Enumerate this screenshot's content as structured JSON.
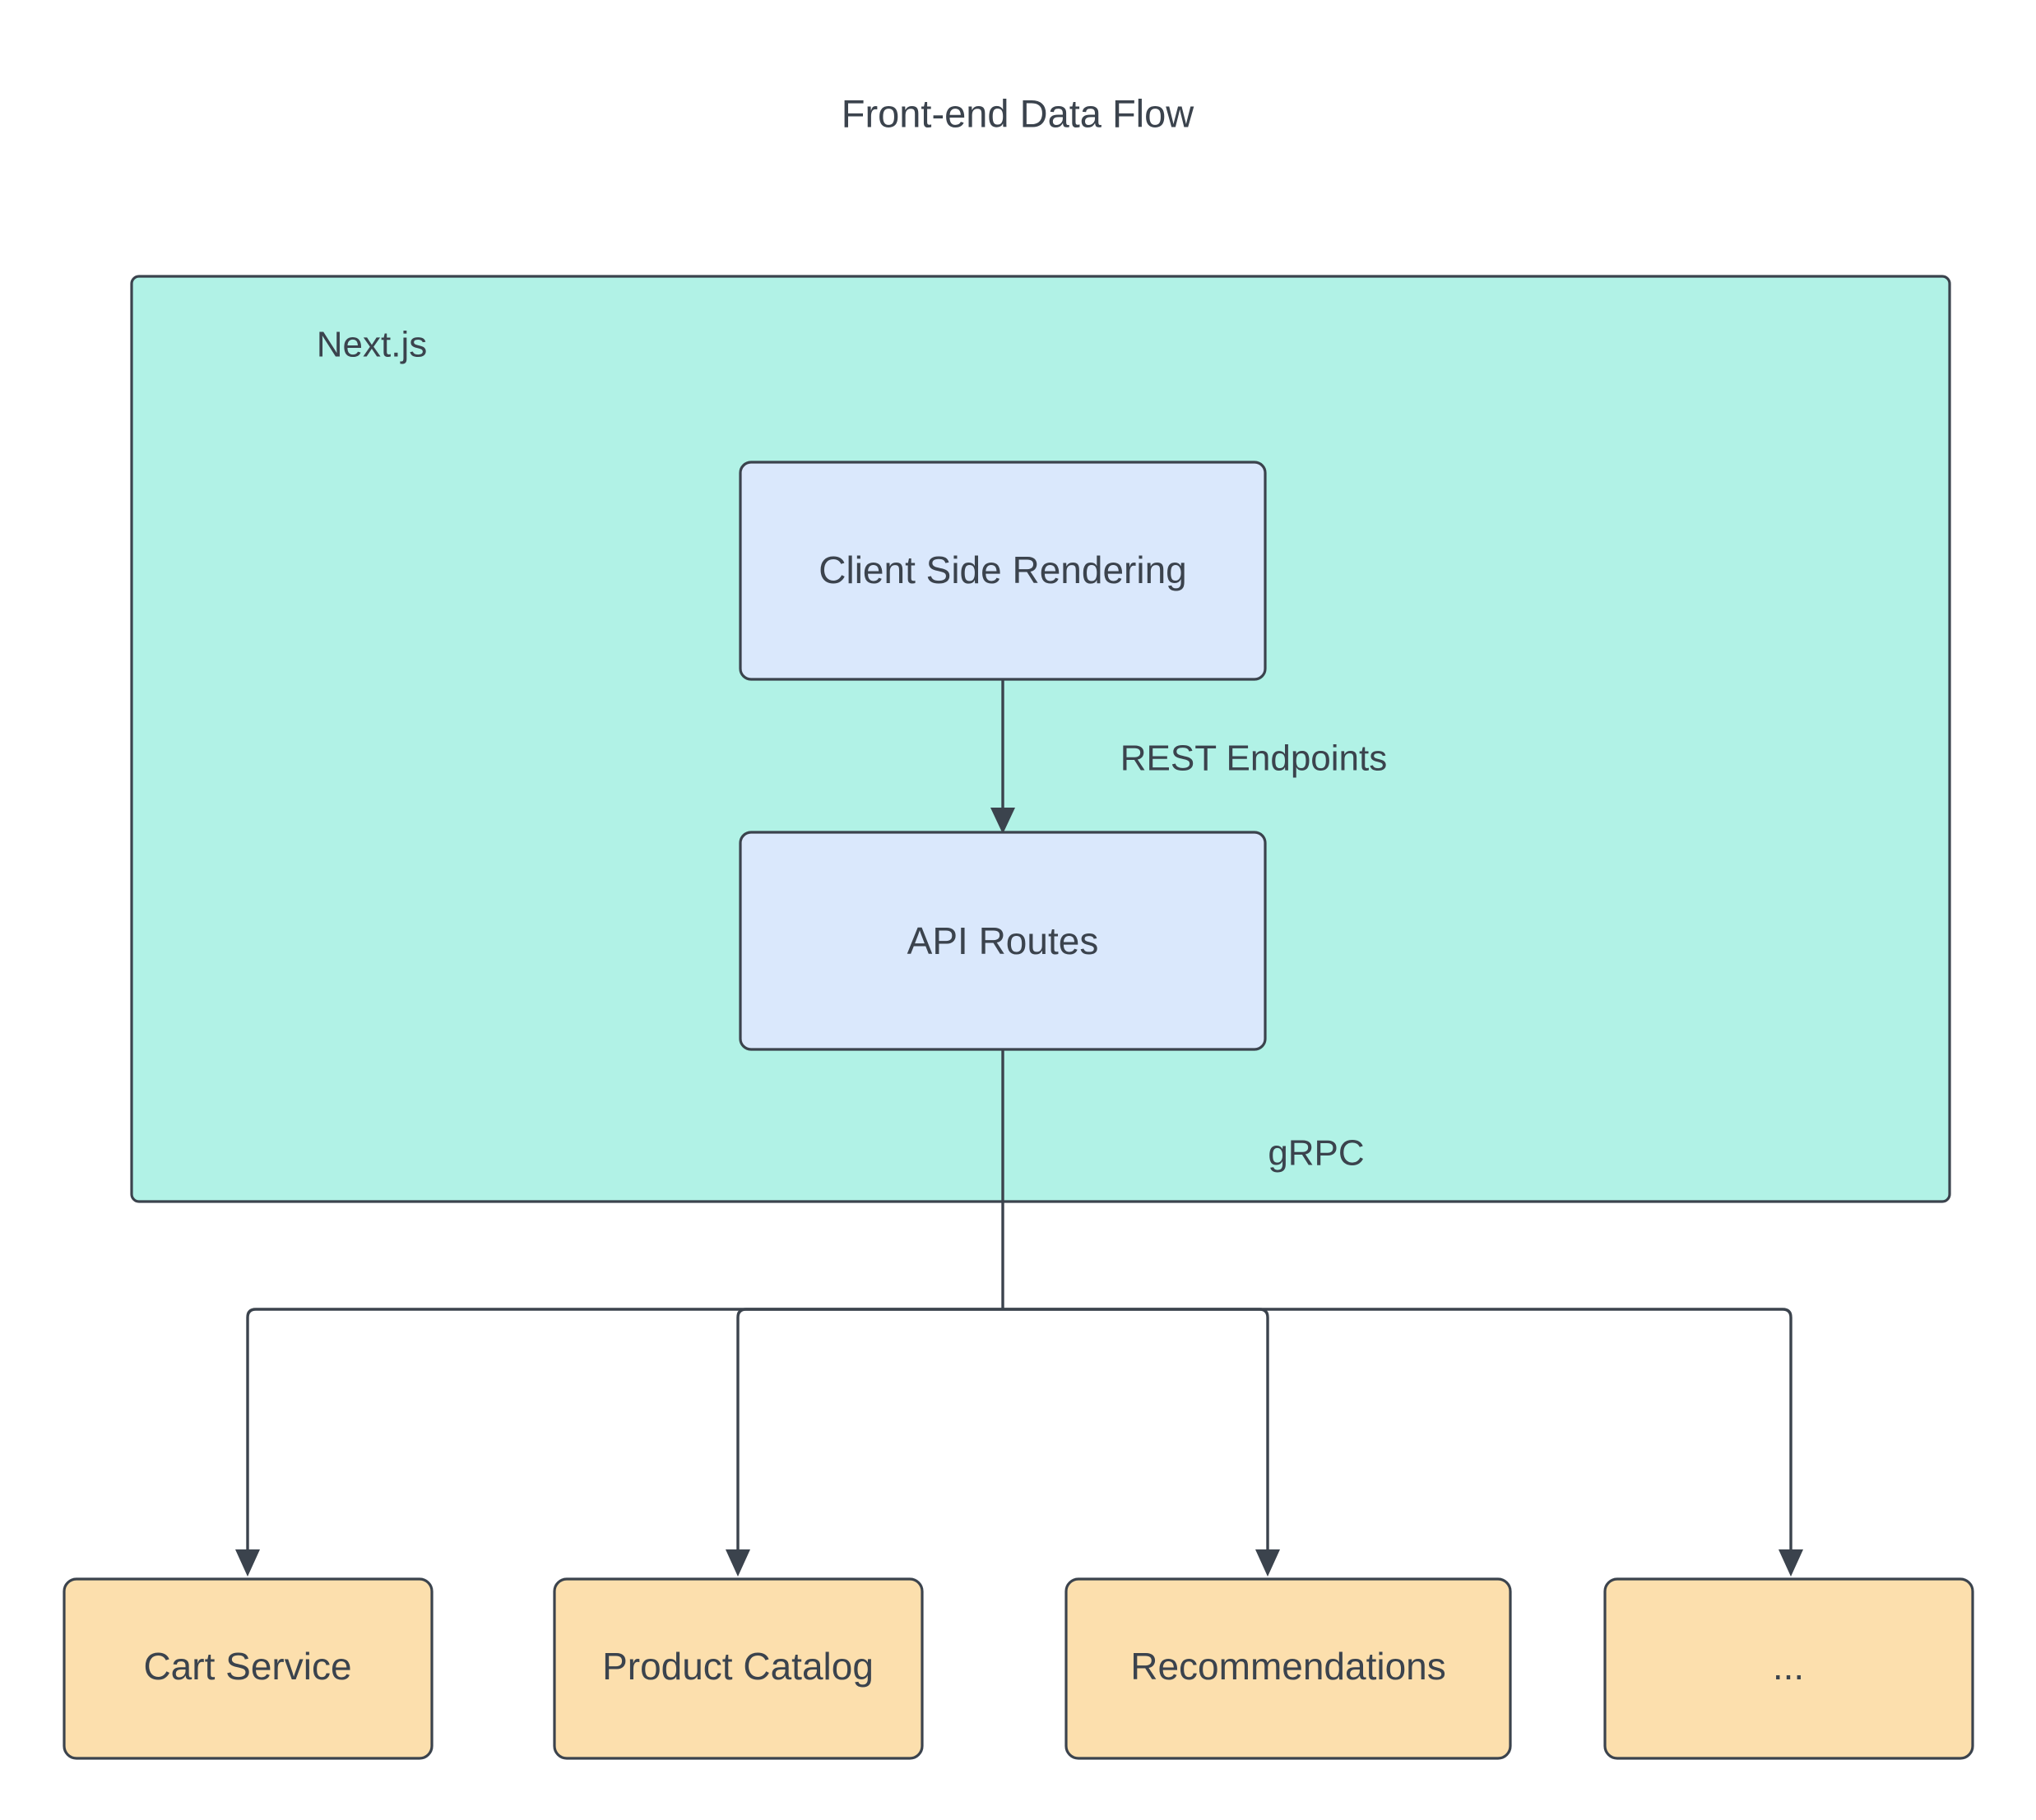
{
  "diagram": {
    "title": "Front-end Data Flow",
    "type": "flowchart",
    "background_color": "#ffffff",
    "text_color": "#3b434d",
    "stroke_color": "#3b434d",
    "container": {
      "label": "Next.js",
      "fill_color": "#b1f2e6",
      "border_color": "#3b434d"
    },
    "nodes": [
      {
        "id": "client-side-rendering",
        "label": "Client Side Rendering",
        "fill_color": "#dae8fc",
        "border_color": "#3b434d",
        "group": "Next.js"
      },
      {
        "id": "api-routes",
        "label": "API Routes",
        "fill_color": "#dae8fc",
        "border_color": "#3b434d",
        "group": "Next.js"
      },
      {
        "id": "cart-service",
        "label": "Cart Service",
        "fill_color": "#fcdfad",
        "border_color": "#3b434d",
        "group": "services"
      },
      {
        "id": "product-catalog",
        "label": "Product Catalog",
        "fill_color": "#fcdfad",
        "border_color": "#3b434d",
        "group": "services"
      },
      {
        "id": "recommendations",
        "label": "Recommendations",
        "fill_color": "#fcdfad",
        "border_color": "#3b434d",
        "group": "services"
      },
      {
        "id": "ellipsis-service",
        "label": "...",
        "fill_color": "#fcdfad",
        "border_color": "#3b434d",
        "group": "services"
      }
    ],
    "edges": [
      {
        "from": "client-side-rendering",
        "to": "api-routes",
        "label": "REST Endpoints",
        "arrow": "down"
      },
      {
        "from": "api-routes",
        "to": "cart-service",
        "label": "gRPC",
        "arrow": "down"
      },
      {
        "from": "api-routes",
        "to": "product-catalog",
        "label": "",
        "arrow": "down"
      },
      {
        "from": "api-routes",
        "to": "recommendations",
        "label": "",
        "arrow": "down"
      },
      {
        "from": "api-routes",
        "to": "ellipsis-service",
        "label": "",
        "arrow": "down"
      }
    ],
    "edge_labels": {
      "rest_endpoints": "REST Endpoints",
      "grpc": "gRPC"
    }
  }
}
